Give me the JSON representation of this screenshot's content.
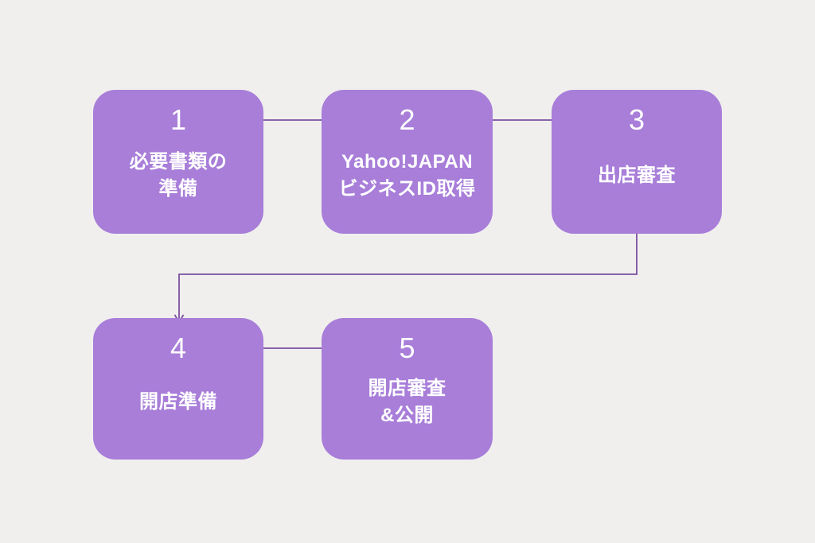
{
  "diagram": {
    "title": "store-opening-flow",
    "colors": {
      "background": "#f0efee",
      "box": "#a87ed9",
      "arrow": "#7a4fa0",
      "text": "#ffffff"
    },
    "steps": [
      {
        "number": "1",
        "label": "必要書類の\n準備"
      },
      {
        "number": "2",
        "label": "Yahoo!JAPAN\nビジネスID取得"
      },
      {
        "number": "3",
        "label": "出店審査"
      },
      {
        "number": "4",
        "label": "開店準備"
      },
      {
        "number": "5",
        "label": "開店審査\n&公開"
      }
    ],
    "connections": [
      {
        "from": "1",
        "to": "2"
      },
      {
        "from": "2",
        "to": "3"
      },
      {
        "from": "3",
        "to": "4"
      },
      {
        "from": "4",
        "to": "5"
      }
    ]
  }
}
